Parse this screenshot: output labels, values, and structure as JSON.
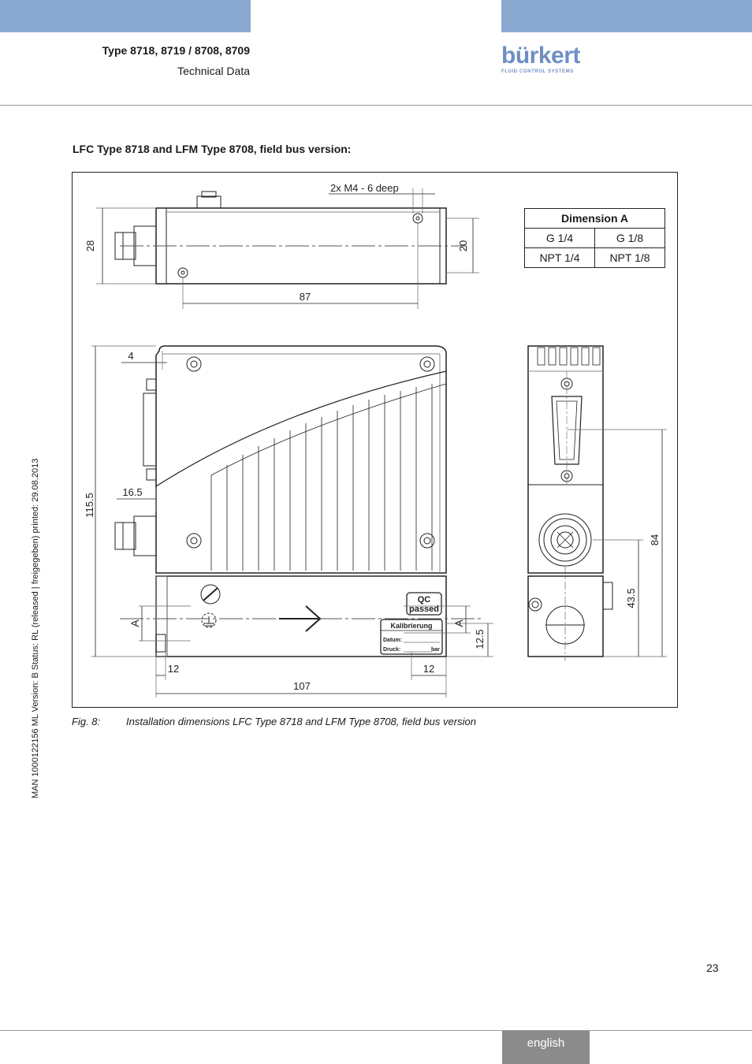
{
  "header": {
    "doc_type": "Type 8718, 8719 / 8708, 8709",
    "doc_section": "Technical Data",
    "logo_word": "bürkert",
    "logo_sub": "FLUID CONTROL SYSTEMS"
  },
  "section_title": "LFC Type 8718 and LFM Type 8708, field bus version:",
  "figure": {
    "dimension_table": {
      "header": "Dimension A",
      "rows": [
        [
          "G 1/4",
          "G 1/8"
        ],
        [
          "NPT 1/4",
          "NPT 1/8"
        ]
      ]
    },
    "dims": {
      "holes": "2x M4 - 6 deep",
      "d28": "28",
      "d20": "20",
      "d87": "87",
      "d4": "4",
      "d16_5": "16.5",
      "d115_5": "115.5",
      "dA_left": "A",
      "dA_right": "A",
      "d12_5": "12.5",
      "d12_left": "12",
      "d12_right": "12",
      "d107": "107",
      "d84": "84",
      "d43_5": "43.5"
    },
    "labels": {
      "qc_line1": "QC",
      "qc_line2": "passed",
      "kal_title": "Kalibrierung",
      "kal_datum": "Datum:",
      "kal_druck": "Druck:",
      "kal_bar": "bar"
    },
    "caption_num": "Fig. 8:",
    "caption_text": "Installation dimensions LFC Type 8718 and LFM Type 8708, field bus version"
  },
  "side_text": "MAN  1000122156  ML  Version: B  Status: RL (released | freigegeben)  printed: 29.08.2013",
  "page_number": "23",
  "footer_lang": "english"
}
